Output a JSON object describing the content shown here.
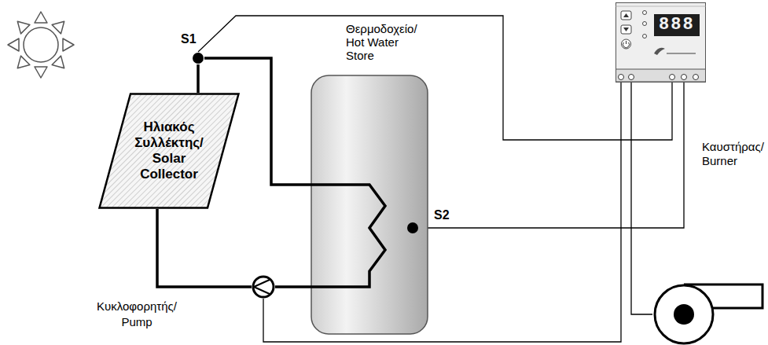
{
  "diagram": {
    "nodes": [
      {
        "text": [
          "Ηλιακός Συλλέκτης/ Solar Collector"
        ]
      },
      {
        "text": [
          "S1"
        ]
      },
      {
        "text": [
          "Θερμοδοχείο/ Hot Water Store"
        ]
      },
      {
        "text": [
          "S2"
        ]
      },
      {
        "text": [
          "888"
        ]
      },
      {
        "text": [
          "Καυστήρας/ Burner"
        ]
      },
      {
        "text": [
          "Κυκλοφορητής/ Pump"
        ]
      }
    ],
    "edges": [
      {
        "from": 0,
        "to": 1,
        "arrow": "none"
      },
      {
        "from": 1,
        "to": 2,
        "arrow": "none"
      },
      {
        "from": 2,
        "to": 6,
        "arrow": "none"
      },
      {
        "from": 6,
        "to": 0,
        "arrow": "none"
      },
      {
        "from": 1,
        "to": 4,
        "arrow": "none"
      },
      {
        "from": 3,
        "to": 4,
        "arrow": "none"
      },
      {
        "from": 4,
        "to": 6,
        "arrow": "none"
      },
      {
        "from": 4,
        "to": 5,
        "arrow": "none"
      }
    ]
  }
}
